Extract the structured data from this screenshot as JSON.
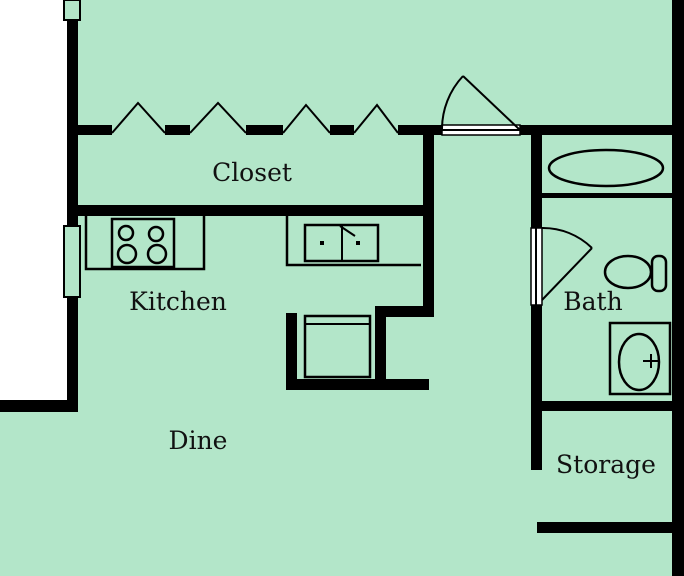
{
  "floor_plan": {
    "colors": {
      "floor": "#b3e6c9",
      "wall": "#000000",
      "outside": "#ffffff"
    },
    "rooms": {
      "closet": "Closet",
      "kitchen": "Kitchen",
      "bath": "Bath",
      "dine": "Dine",
      "storage": "Storage"
    },
    "fixtures": [
      "stove-icon",
      "kitchen-sink-icon",
      "dishwasher-icon",
      "bathtub-icon",
      "toilet-icon",
      "bath-sink-icon"
    ]
  }
}
